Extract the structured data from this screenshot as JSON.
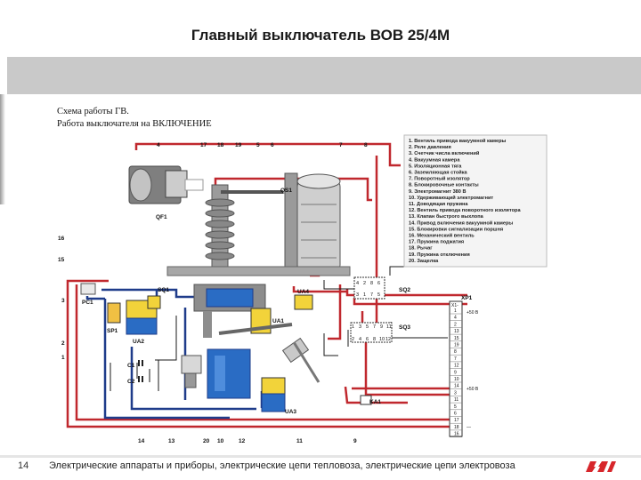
{
  "header": {
    "title": "Главный выключатель ВОВ 25/4М"
  },
  "caption": {
    "line1": "Схема работы ГВ.",
    "line2": "Работа выключателя на ВКЛЮЧЕНИЕ"
  },
  "legend": {
    "items": [
      "1. Вентиль привода вакуумной камеры",
      "2. Реле давления",
      "3. Счетчик числа включений",
      "4. Вакуумная камера",
      "5. Изоляционная тяга",
      "6. Заземляющая стойка",
      "7. Поворотный изолятор",
      "8. Блокировочные контакты",
      "9. Электромагнит 380 В",
      "10. Удерживающий электромагнит",
      "11. Доводящая пружина",
      "12. Вентиль привода поворотного изолятора",
      "13. Клапан быстрого выхлопа",
      "14. Привод включения вакуумной камеры",
      "15. Блокировки сигнализации поршня",
      "16. Механический вентиль",
      "17. Пружина поджатия",
      "18. Рычаг",
      "19. Пружина отключения",
      "20. Защелка"
    ]
  },
  "labels": {
    "QS1": "QS1",
    "QF1": "QF1",
    "SQ1": "SQ1",
    "SQ2": "SQ2",
    "SQ3": "SQ3",
    "UA1": "UA1",
    "UA2": "UA2",
    "UA3": "UA3",
    "UA4": "UA4",
    "PC1": "PC1",
    "SP1": "SP1",
    "C1": "C1",
    "C2": "C2",
    "KA1": "KA1",
    "XP1": "XP1"
  },
  "callouts": {
    "top": [
      "4",
      "17",
      "18",
      "19",
      "5",
      "6",
      "7",
      "8"
    ],
    "left": [
      "16",
      "15",
      "3",
      "2",
      "1"
    ],
    "bottom": [
      "14",
      "13",
      "20",
      "10",
      "12",
      "11",
      "9"
    ]
  },
  "contacts": {
    "sq2_row1": [
      "4",
      "2",
      "8",
      "6"
    ],
    "sq2_row2": [
      "3",
      "1",
      "7",
      "5"
    ],
    "sq3_row1": [
      "1",
      "3",
      "5",
      "7",
      "9",
      "11"
    ],
    "sq3_row2": [
      "2",
      "4",
      "6",
      "8",
      "10",
      "12"
    ]
  },
  "terminal": {
    "head": "X1-",
    "rows": [
      "1",
      "4",
      "2",
      "13",
      "15",
      "19",
      "8",
      "7",
      "12",
      "9",
      "10",
      "14",
      "3",
      "11",
      "5",
      "6",
      "17",
      "18",
      "16"
    ],
    "plus50_label": "+50 В",
    "minus_label": "—"
  },
  "footer": {
    "page": "14",
    "text": "Электрические аппараты и приборы, электрические цепи тепловоза, электрические цепи электровоза"
  },
  "colors": {
    "wire_red": "#c0282e",
    "wire_blue": "#1f3c8a",
    "accent_blue": "#2a6cc4",
    "logo_red": "#d7262b"
  }
}
